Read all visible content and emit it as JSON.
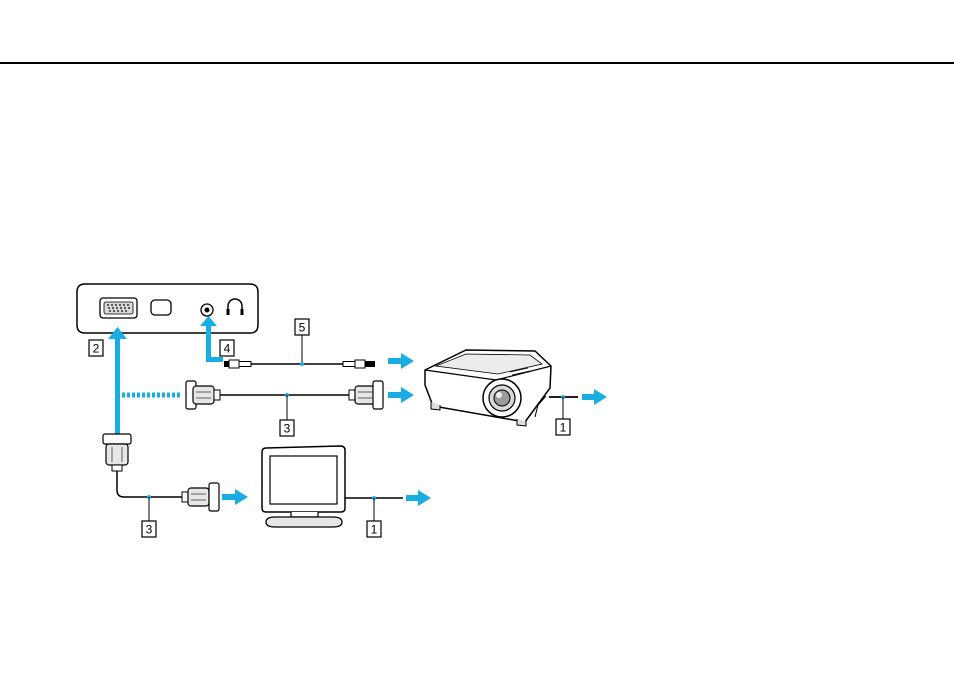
{
  "colors": {
    "arrow": "#19aee3",
    "line": "#000000",
    "background": "#ffffff",
    "device_fill": "#ffffff",
    "device_shade": "#e6e6e6",
    "device_dark": "#bdbdbd"
  },
  "icons": [
    "vga-port-icon",
    "display-port-icon",
    "audio-jack-icon",
    "headphone-icon",
    "projector-icon",
    "monitor-icon",
    "vga-connector-icon",
    "audio-plug-icon",
    "power-cord-icon"
  ],
  "callouts": {
    "power_projector": "1",
    "power_monitor": "1",
    "vga_port": "2",
    "vga_cable_projector": "3",
    "vga_cable_monitor": "3",
    "headphone_jack": "4",
    "audio_cable": "5"
  }
}
